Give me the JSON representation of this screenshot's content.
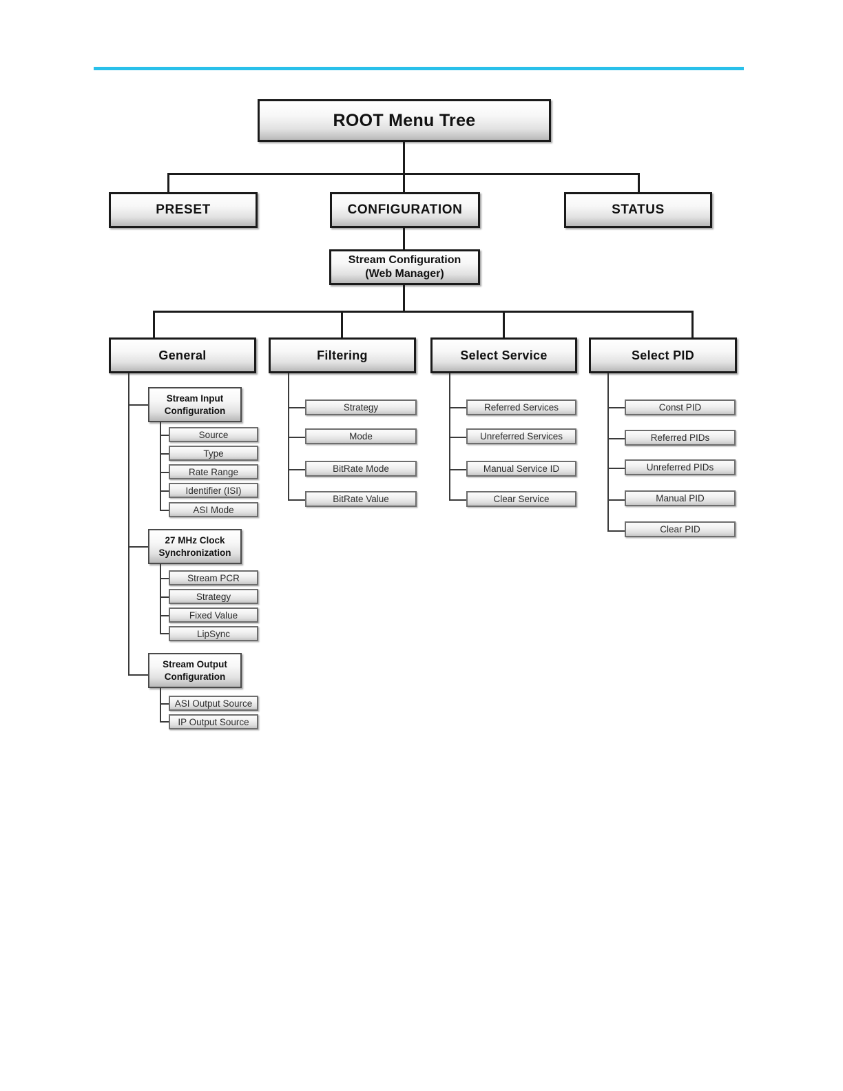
{
  "page": {
    "title": "ROOT Menu Tree",
    "accent_color": "#29c0ea",
    "background_color": "#ffffff",
    "box_border_color": "#1a1a1a"
  },
  "diagram": {
    "type": "tree",
    "root": {
      "label": "ROOT Menu Tree"
    },
    "level2": [
      {
        "label": "PRESET"
      },
      {
        "label": "CONFIGURATION"
      },
      {
        "label": "STATUS"
      }
    ],
    "stream_configuration": {
      "line1": "Stream Configuration",
      "line2": "(Web Manager)"
    },
    "branches": [
      {
        "label": "General"
      },
      {
        "label": "Filtering"
      },
      {
        "label": "Select Service"
      },
      {
        "label": "Select PID"
      }
    ],
    "general_groups": [
      {
        "line1": "Stream Input",
        "line2": "Configuration",
        "items": [
          {
            "label": "Source"
          },
          {
            "label": "Type"
          },
          {
            "label": "Rate Range"
          },
          {
            "label": "Identifier (ISI)"
          },
          {
            "label": "ASI Mode"
          }
        ]
      },
      {
        "line1": "27 MHz Clock",
        "line2": "Synchronization",
        "items": [
          {
            "label": "Stream PCR"
          },
          {
            "label": "Strategy"
          },
          {
            "label": "Fixed Value"
          },
          {
            "label": "LipSync"
          }
        ]
      },
      {
        "line1": "Stream Output",
        "line2": "Configuration",
        "items": [
          {
            "label": "ASI Output Source"
          },
          {
            "label": "IP Output Source"
          }
        ]
      }
    ],
    "filtering_items": [
      {
        "label": "Strategy"
      },
      {
        "label": "Mode"
      },
      {
        "label": "BitRate Mode"
      },
      {
        "label": "BitRate Value"
      }
    ],
    "select_service_items": [
      {
        "label": "Referred Services"
      },
      {
        "label": "Unreferred Services"
      },
      {
        "label": "Manual Service ID"
      },
      {
        "label": "Clear Service"
      }
    ],
    "select_pid_items": [
      {
        "label": "Const PID"
      },
      {
        "label": "Referred PIDs"
      },
      {
        "label": "Unreferred PIDs"
      },
      {
        "label": "Manual PID"
      },
      {
        "label": "Clear PID"
      }
    ]
  }
}
